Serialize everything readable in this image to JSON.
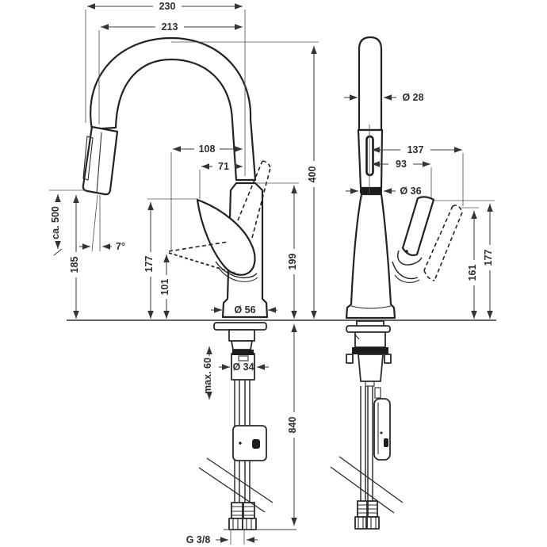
{
  "drawing": {
    "type": "faucet installation dimension drawing",
    "background": "#ffffff",
    "ink_color": "#232323",
    "dim_color": "#3d3d3d"
  },
  "side_view": {
    "name": "side view",
    "dims": {
      "reach_total": "230",
      "reach_spout": "213",
      "reach_handle_down": "108",
      "reach_handle": "71",
      "hose_extension": "ca. 500",
      "spray_height": "185",
      "angle": "7°",
      "handle_tip_height": "177",
      "handle_down_height": "101",
      "spout_outlet_height": "199",
      "base_diameter": "Ø 56",
      "mounting_max": "max. 60",
      "shank_diameter": "Ø 34",
      "connection_thread": "G 3/8"
    }
  },
  "front_view": {
    "name": "front view",
    "dims": {
      "total_height": "400",
      "spray_diameter": "Ø 28",
      "handle_swing_reach": "137",
      "handle_reach": "93",
      "collar_diameter": "Ø 36",
      "handle_open_height": "161",
      "handle_height": "177",
      "hose_length": "840"
    }
  }
}
